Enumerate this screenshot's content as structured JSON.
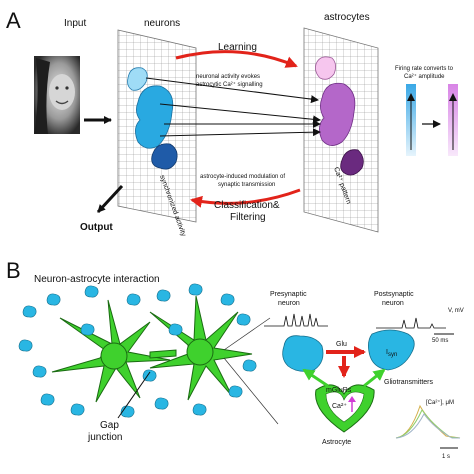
{
  "panel_a": {
    "letter": "A",
    "input_label": "Input",
    "neurons_label": "neurons",
    "astrocytes_label": "astrocytes",
    "learning_label": "Learning",
    "learning_note_line1": "neuronal activity evokes",
    "learning_note_line2": "astrocytic Ca²⁺ signalling",
    "sync_label": "synchronized activity",
    "ca_pattern_label": "Ca²⁺ pattern",
    "modulation_line1": "astrocyte-induced modulation of",
    "modulation_line2": "synaptic transmission",
    "classification_line1": "Classification&",
    "classification_line2": "Filtering",
    "output_label": "Output",
    "firing_line1": "Firing rate converts to",
    "firing_line2": "Ca²⁺ amplitude",
    "colors": {
      "neuron_blue": "#29a9e1",
      "astro_violet": "#b467c9",
      "arrow_red": "#e2231a"
    }
  },
  "panel_b": {
    "letter": "B",
    "title": "Neuron-astrocyte interaction",
    "gap_junction_line1": "Gap",
    "gap_junction_line2": "junction",
    "presynaptic_line1": "Presynaptic",
    "presynaptic_line2": "neuron",
    "postsynaptic_line1": "Postsynaptic",
    "postsynaptic_line2": "neuron",
    "units_mv": "V, mV",
    "scale_ms": "50 ms",
    "glu_label": "Glu",
    "isyn_label": "I",
    "isyn_sub": "syn",
    "mglurs_label": "mGluRs",
    "ca_label": "Ca²⁺",
    "gliotransmitters_label": "Gliotransmitters",
    "astrocyte_label": "Astrocyte",
    "ca_um_label": "[Ca²⁺], μM",
    "scale_s": "1 s",
    "colors": {
      "astro_green": "#3fd12d",
      "neuron_cyan": "#29b6e3",
      "arrow_red": "#e2231a"
    }
  }
}
